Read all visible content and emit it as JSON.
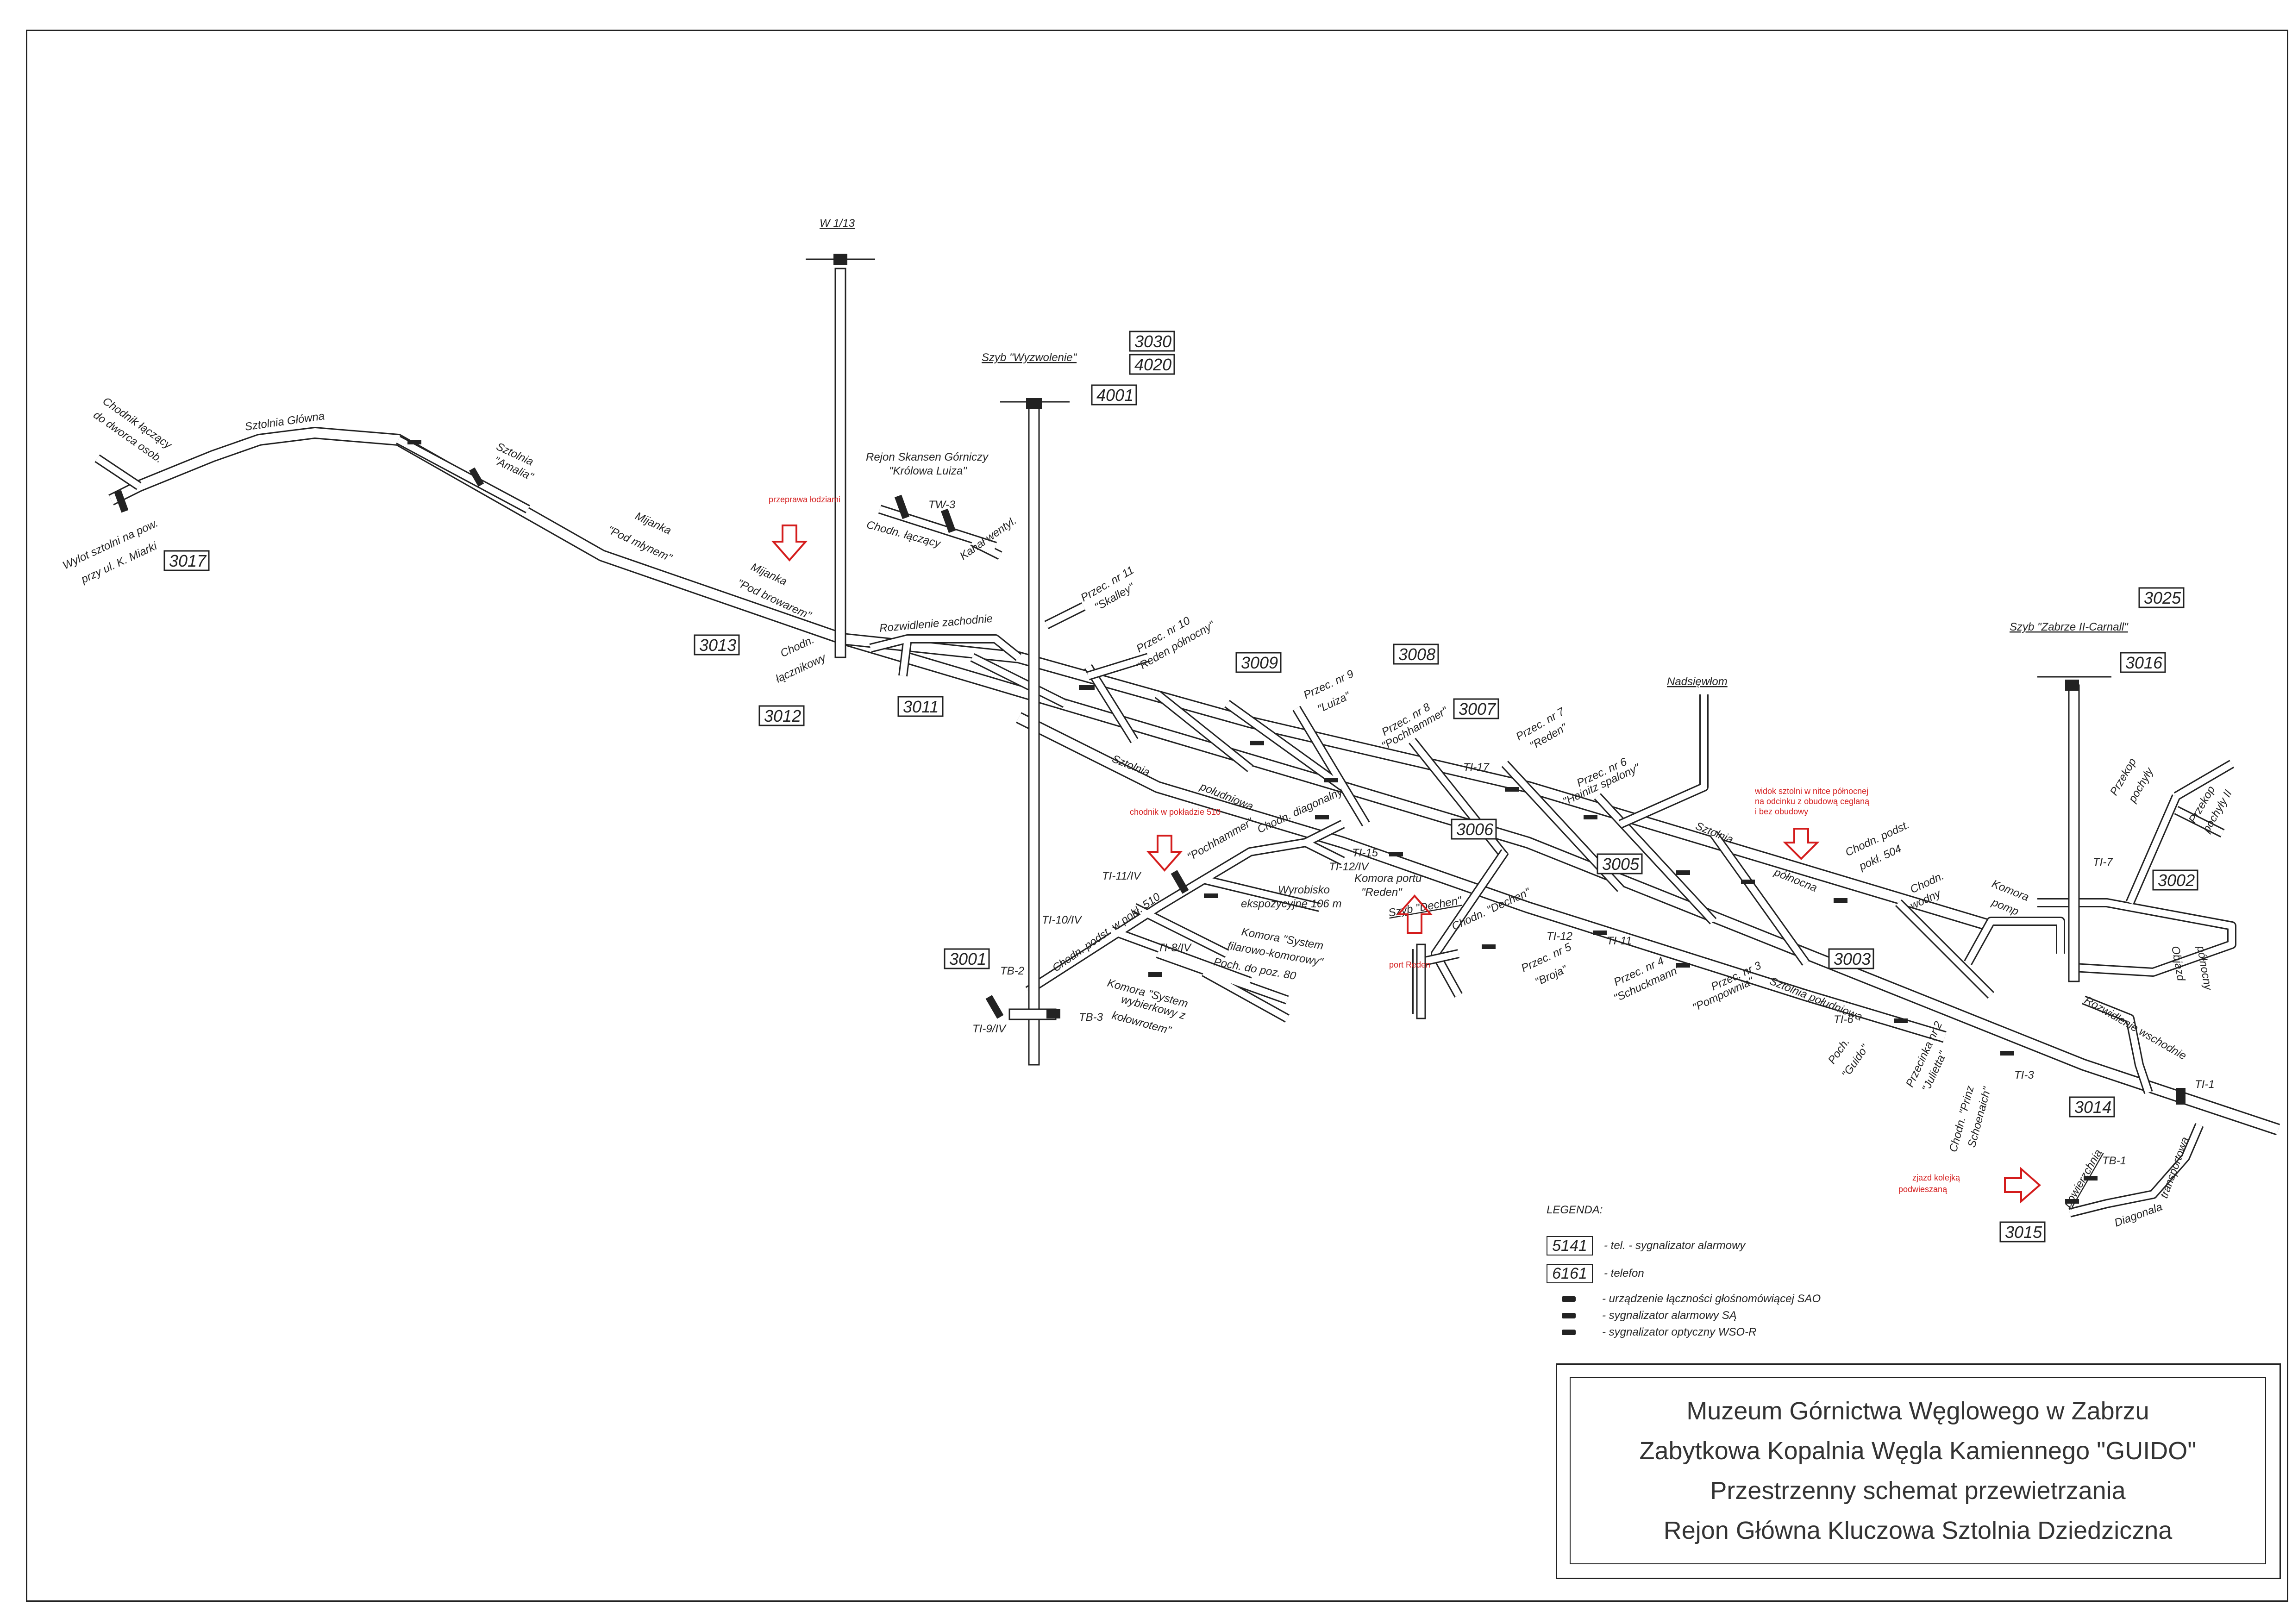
{
  "shaft_labels": {
    "w113": "W 1/13",
    "wyzwolenie": "Szyb \"Wyzwolenie\"",
    "carnall": "Szyb \"Zabrze II-Carnall\"",
    "dechen": "Szyb \"Dechen\"",
    "nadszybie": "Nadsięwłom"
  },
  "boxes": {
    "b3030": "3030",
    "b4020": "4020",
    "b4001": "4001",
    "b3017": "3017",
    "b3013": "3013",
    "b3012": "3012",
    "b3011": "3011",
    "b3009": "3009",
    "b3008": "3008",
    "b3007": "3007",
    "b3006": "3006",
    "b3005": "3005",
    "b3003": "3003",
    "b3002": "3002",
    "b3001": "3001",
    "b3025": "3025",
    "b3016": "3016",
    "b3014": "3014",
    "b3015": "3015"
  },
  "labels": {
    "chodnik_laczacy": "Chodnik łączący",
    "do_dworca": "do dworca osob.",
    "sztolnia_glowna": "Sztolnia Główna",
    "sztolnia": "Sztolnia",
    "amalia": "\"Amalia\"",
    "wylot1": "Wylot sztolni na pow.",
    "wylot2": "przy ul. K. Miarki",
    "mijanka1": "Mijanka",
    "pod_mlynem": "\"Pod młynem\"",
    "mijanka2": "Mijanka",
    "pod_browarem": "\"Pod browarem\"",
    "chodn_lacznikowy1": "Chodn.",
    "chodn_lacznikowy2": "łącznikowy",
    "rozwidlenie_zach": "Rozwidlenie zachodnie",
    "rejon1": "Rejon Skansen Górniczy",
    "rejon2": "\"Królowa Luiza\"",
    "tw3": "TW-3",
    "chodn_laczacy": "Chodn. łączący",
    "kanal": "Kanał wentyl.",
    "przec11a": "Przec. nr 11",
    "przec11b": "\"Skalley\"",
    "przec10a": "Przec. nr 10",
    "przec10b": "\"Reden północny\"",
    "przec9a": "Przec. nr 9",
    "przec9b": "\"Luiza\"",
    "przec8a": "Przec. nr 8",
    "przec8b": "\"Pochhammer\"",
    "przec7a": "Przec. nr 7",
    "przec7b": "\"Reden\"",
    "przec6a": "Przec. nr 6",
    "przec6b": "\"Heinitz spalony\"",
    "tl17": "TI-17",
    "sztolnia_pld1": "Sztolnia",
    "sztolnia_pld2": "południowa",
    "pochhammer": "\"Pochhammer\"",
    "chodn_diag": "Chodn. diagonalny",
    "tl15": "TI-15",
    "tl12iv": "TI-12/IV",
    "komora_portu1": "Komora portu",
    "komora_portu2": "\"Reden\"",
    "wyrobisko1": "Wyrobisko",
    "wyrobisko2": "ekspozycyjne 106 m",
    "komora_sys1": "Komora \"System",
    "komora_sys2": "filarowo-komorowy\"",
    "poch_do": "Poch. do poz. 80",
    "tl11iv": "TI-11/IV",
    "chodn_podst510": "Chodn. podst. w pokł. 510",
    "tl10iv": "TI-10/IV",
    "tl8iv": "TI-8/IV",
    "komora_wyb1": "Komora \"System",
    "komora_wyb2": "wybierkowy z",
    "komora_wyb3": "kołowrotem\"",
    "tb2": "TB-2",
    "tb3": "TB-3",
    "tl9iv": "TI-9/IV",
    "chodn_dechen": "Chodn. \"Dechen\"",
    "tl12": "TI-12",
    "tl11": "TI-11",
    "przec5a": "Przec. nr 5",
    "przec5b": "\"Broja\"",
    "przec4a": "Przec. nr 4",
    "przec4b": "\"Schuckmann\"",
    "przec3a": "Przec. nr 3",
    "przec3b": "\"Pompownia\"",
    "sztolnia_pln1": "Sztolnia",
    "sztolnia_pln2": "północna",
    "chodn_podst504a": "Chodn. podst.",
    "chodn_podst504b": "pokł. 504",
    "chodn_wodny1": "Chodn.",
    "chodn_wodny2": "wodny",
    "komora_pomp1": "Komora",
    "komora_pomp2": "pomp",
    "sztolnia_pld3": "Sztolnia południowa",
    "tl6": "TI-6",
    "poch_guido1": "Poch.",
    "poch_guido2": "\"Guido\"",
    "przecinka1": "Przecinka nr 2",
    "przecinka2": "\"Julietta\"",
    "chodn_prinz1": "Chodn. \"Prinz",
    "chodn_prinz2": "Schoenaich\"",
    "tl3": "TI-3",
    "rozwidlenie_wsch": "Rozwidlenie wschodnie",
    "tl1": "TI-1",
    "objazd1": "Objazd",
    "objazd2": "północny",
    "tl7": "TI-7",
    "przekop1a": "Przekop",
    "przekop1b": "pochyły",
    "przekop2a": "Przekop",
    "przekop2b": "pochyły II",
    "tb1": "TB-1",
    "powierzchnia": "powierzchnia",
    "diagonala1": "Diagonala",
    "diagonala2": "transportowa"
  },
  "annotations": {
    "przeprawa": "przeprawa łodziami",
    "chodnik510": "chodnik w pokładzie 510",
    "port": "port Reden",
    "widok1": "widok sztolni w nitce północnej",
    "widok2": "na odcinku z obudową ceglaną",
    "widok3": "i bez obudowy",
    "zjazd1": "zjazd kolejką",
    "zjazd2": "podwieszaną"
  },
  "legend": {
    "title": "LEGENDA:",
    "rows": [
      {
        "key": "5141",
        "text": "- tel. - sygnalizator alarmowy"
      },
      {
        "key": "6161",
        "text": "- telefon"
      },
      {
        "key": "",
        "text": "- urządzenie łączności głośnomówiącej SAO"
      },
      {
        "key": "",
        "text": "- sygnalizator alarmowy SĄ"
      },
      {
        "key": "",
        "text": "- sygnalizator optyczny WSO-R"
      }
    ]
  },
  "title_block": {
    "line1": "Muzeum Górnictwa Węglowego w Zabrzu",
    "line2": "Zabytkowa Kopalnia Węgla Kamiennego \"GUIDO\"",
    "line3": "Przestrzenny schemat przewietrzania",
    "line4": "Rejon Główna Kluczowa Sztolnia Dziedziczna"
  },
  "colors": {
    "line": "#222222",
    "annotation": "#d41c1c"
  }
}
